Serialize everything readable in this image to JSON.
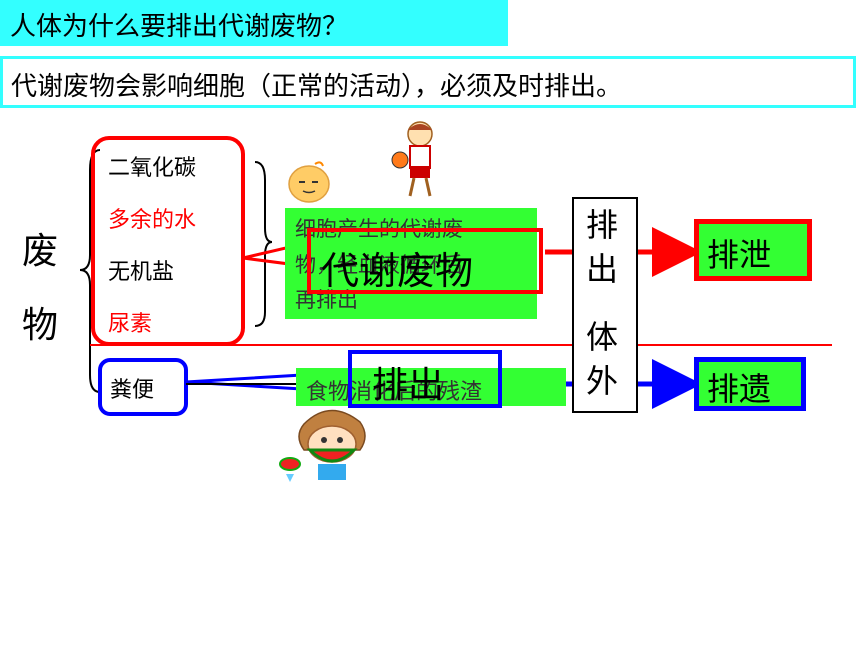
{
  "title": "人体为什么要排出代谢废物？",
  "subtitle": "代谢废物会影响细胞（正常的活动），必须及时排出。",
  "waste": {
    "char1": "废",
    "char2": "物",
    "metabolic_items": [
      {
        "label": "二氧化碳",
        "color": "#000000"
      },
      {
        "label": "多余的水",
        "color": "#ff0000"
      },
      {
        "label": "无机盐",
        "color": "#000000"
      },
      {
        "label": "尿素",
        "color": "#ff0000"
      }
    ],
    "feces_label": "粪便"
  },
  "metabolic_box": {
    "text_line1": "细胞产生的代谢废",
    "text_line2": "物，经血液循环后",
    "text_line3": "再排出",
    "overlay_label": "代谢废物"
  },
  "food_box": {
    "text": "食物消化后的残渣",
    "overlay_label": "排出"
  },
  "excrete": {
    "chars": [
      "排",
      "出",
      "体",
      "外"
    ]
  },
  "results": {
    "excretion": "排泄",
    "egestion": "排遗"
  },
  "colors": {
    "title_bg": "#33ffff",
    "green_box": "#33ff33",
    "red": "#ff0000",
    "blue": "#0000ff"
  }
}
